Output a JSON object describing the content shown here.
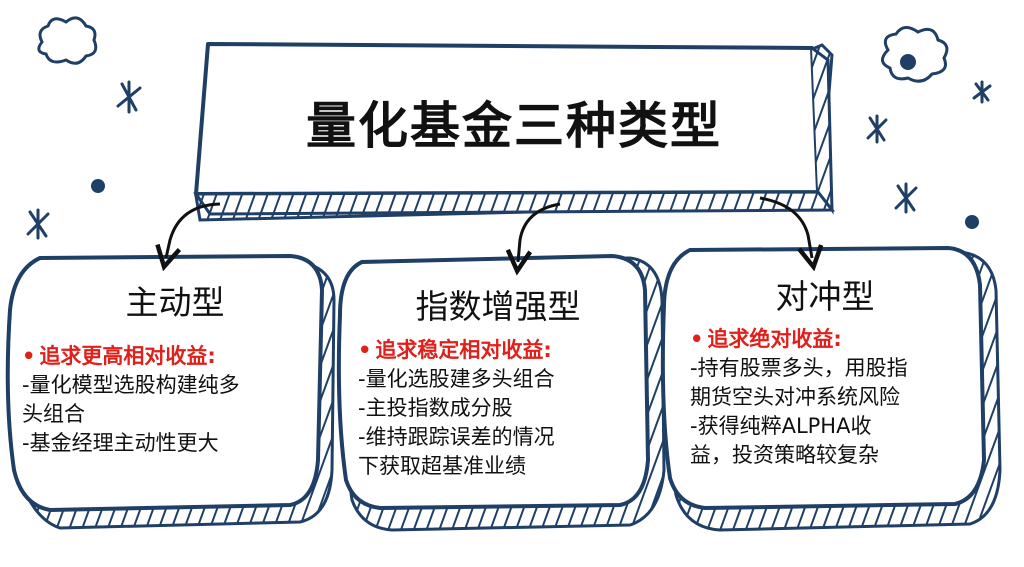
{
  "diagram": {
    "title": "量化基金三种类型",
    "boxes": [
      {
        "title": "主动型",
        "heading": "追求更高相对收益:",
        "lines": [
          "-量化模型选股构建纯多",
          "头组合",
          "-基金经理主动性更大"
        ]
      },
      {
        "title": "指数增强型",
        "heading": "追求稳定相对收益:",
        "lines": [
          "-量化选股建多头组合",
          "-主投指数成分股",
          "-维持跟踪误差的情况",
          "下获取超基准业绩"
        ]
      },
      {
        "title": "对冲型",
        "heading": "追求绝对收益:",
        "lines": [
          "-持有股票多头，用股指",
          "期货空头对冲系统风险",
          "-获得纯粹ALPHA收",
          "益，投资策略较复杂"
        ]
      }
    ]
  },
  "colors": {
    "outline": "#1f3f66",
    "accent": "#e0201b",
    "text": "#111111"
  },
  "decor": [
    "cloud-icon",
    "star-icon",
    "dot-icon",
    "arrow-icon"
  ]
}
